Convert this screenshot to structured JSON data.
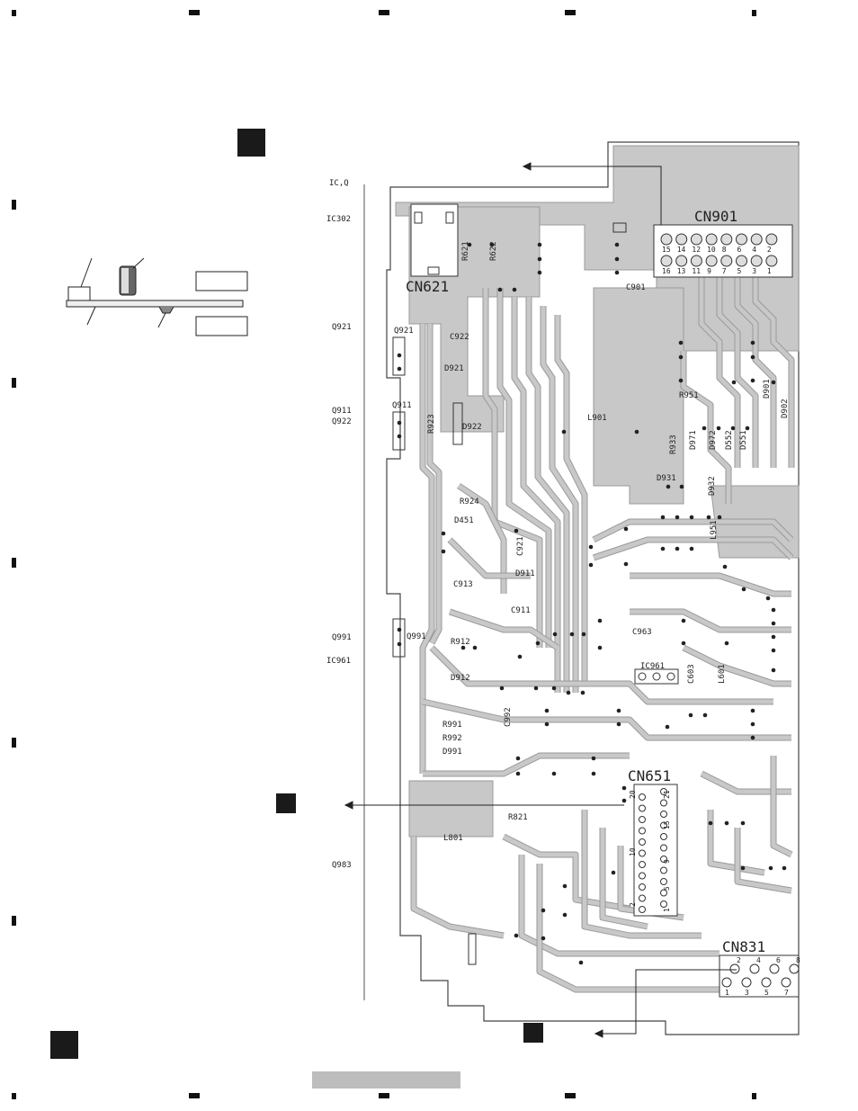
{
  "side_labels": [
    {
      "id": "ic-q",
      "text": "IC,Q"
    },
    {
      "id": "ic302",
      "text": "IC302"
    },
    {
      "id": "q921",
      "text": "Q921"
    },
    {
      "id": "q911",
      "text": "Q911"
    },
    {
      "id": "q922",
      "text": "Q922"
    },
    {
      "id": "q991",
      "text": "Q991"
    },
    {
      "id": "ic961",
      "text": "IC961"
    },
    {
      "id": "q983",
      "text": "Q983"
    }
  ],
  "connectors": {
    "cn901": {
      "name": "CN901",
      "top_pins": [
        "15",
        "14",
        "12",
        "10",
        "8",
        "6",
        "4",
        "2"
      ],
      "bottom_pins": [
        "16",
        "13",
        "11",
        "9",
        "7",
        "5",
        "3",
        "1"
      ]
    },
    "cn621": {
      "name": "CN621"
    },
    "cn651": {
      "name": "CN651",
      "pins": [
        "21",
        "20",
        "15",
        "10",
        "9",
        "5",
        "1",
        "2"
      ]
    },
    "cn831": {
      "name": "CN831",
      "top_pins": [
        "2",
        "4",
        "6",
        "8"
      ],
      "bottom_pins": [
        "1",
        "3",
        "5",
        "7"
      ]
    }
  },
  "components": [
    {
      "id": "c901",
      "text": "C901"
    },
    {
      "id": "r621",
      "text": "R621"
    },
    {
      "id": "r622",
      "text": "R622"
    },
    {
      "id": "q921-part",
      "text": "Q921"
    },
    {
      "id": "c922",
      "text": "C922"
    },
    {
      "id": "d921",
      "text": "D921"
    },
    {
      "id": "q911-part",
      "text": "Q911"
    },
    {
      "id": "r923",
      "text": "R923"
    },
    {
      "id": "d922",
      "text": "D922"
    },
    {
      "id": "l901",
      "text": "L901"
    },
    {
      "id": "r951",
      "text": "R951"
    },
    {
      "id": "d901",
      "text": "D901"
    },
    {
      "id": "d902",
      "text": "D902"
    },
    {
      "id": "r933",
      "text": "R933"
    },
    {
      "id": "d971",
      "text": "D971"
    },
    {
      "id": "d972",
      "text": "D972"
    },
    {
      "id": "d552",
      "text": "D552"
    },
    {
      "id": "d551",
      "text": "D551"
    },
    {
      "id": "d931",
      "text": "D931"
    },
    {
      "id": "d932",
      "text": "D932"
    },
    {
      "id": "r924",
      "text": "R924"
    },
    {
      "id": "d451",
      "text": "D451"
    },
    {
      "id": "c921",
      "text": "C921"
    },
    {
      "id": "l951",
      "text": "L951"
    },
    {
      "id": "d911",
      "text": "D911"
    },
    {
      "id": "c913",
      "text": "C913"
    },
    {
      "id": "c911",
      "text": "C911"
    },
    {
      "id": "c963",
      "text": "C963"
    },
    {
      "id": "q991-part",
      "text": "Q991"
    },
    {
      "id": "r912",
      "text": "R912"
    },
    {
      "id": "ic961-part",
      "text": "IC961"
    },
    {
      "id": "c603",
      "text": "C603"
    },
    {
      "id": "l601",
      "text": "L601"
    },
    {
      "id": "d912",
      "text": "D912"
    },
    {
      "id": "c992",
      "text": "C992"
    },
    {
      "id": "r991",
      "text": "R991"
    },
    {
      "id": "r992",
      "text": "R992"
    },
    {
      "id": "d991",
      "text": "D991"
    },
    {
      "id": "r821",
      "text": "R821"
    },
    {
      "id": "l801",
      "text": "L801"
    }
  ],
  "colors": {
    "trace": "#c8c8c8",
    "trace_edge": "#9a9a9a",
    "ink": "#222222",
    "marker": "#111111",
    "footer_bar": "#bdbdbd"
  }
}
